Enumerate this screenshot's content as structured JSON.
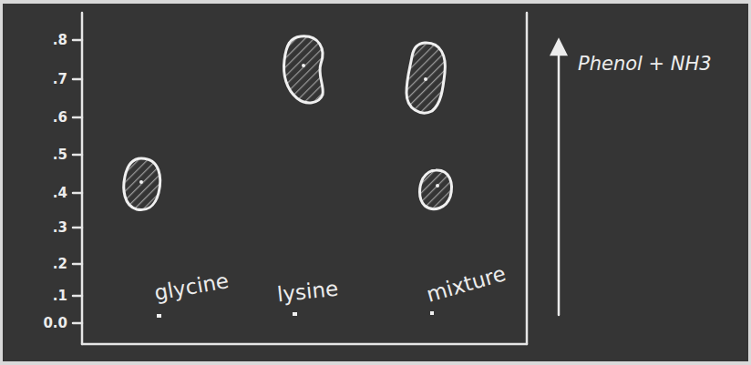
{
  "diagram": {
    "labels": [
      ".8",
      ".7",
      ".6",
      ".5",
      ".4",
      ".3",
      ".2",
      ".1",
      "0.0",
      "glycine",
      "lysine",
      "mixture",
      "Phenol + NH3"
    ]
  }
}
